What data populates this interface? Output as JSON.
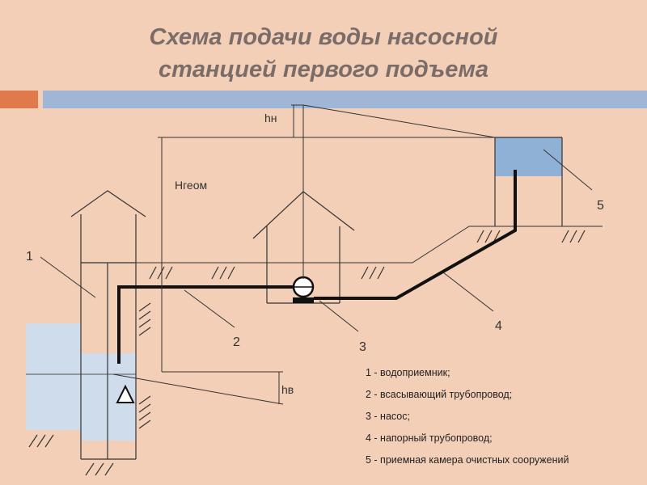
{
  "title": {
    "line1": "Схема подачи воды насосной",
    "line2": "станцией первого подъема"
  },
  "labels": {
    "h_n": "hн",
    "h_v": "hв",
    "h_geom": "Hгеом",
    "n1": "1",
    "n2": "2",
    "n3": "3",
    "n4": "4",
    "n5": "5"
  },
  "legend": [
    "1 - водоприемник;",
    "2 - всасывающий трубопровод;",
    "3 - насос;",
    "4 - напорный трубопровод;",
    "5 - приемная камера очистных сооружений"
  ],
  "colors": {
    "background": "#f2cfb6",
    "title": "#7a6d69",
    "accent_bar": "#e07a4a",
    "blue_bar": "#9fb6d6",
    "water": "#cfdcec",
    "water_tank": "#8fb1d6",
    "pipe": "#111111"
  }
}
